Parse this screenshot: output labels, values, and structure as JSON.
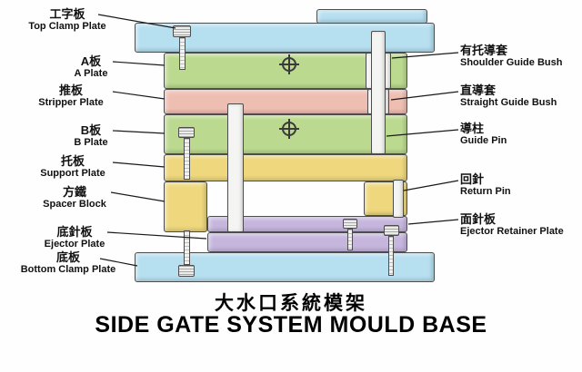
{
  "title": {
    "zh": "大水口系統模架",
    "en": "SIDE GATE SYSTEM MOULD BASE"
  },
  "left_labels": [
    {
      "zh": "工字板",
      "en": "Top Clamp Plate"
    },
    {
      "zh": "A板",
      "en": "A Plate"
    },
    {
      "zh": "推板",
      "en": "Stripper Plate"
    },
    {
      "zh": "B板",
      "en": "B Plate"
    },
    {
      "zh": "托板",
      "en": "Support Plate"
    },
    {
      "zh": "方鐵",
      "en": "Spacer Block"
    },
    {
      "zh": "底針板",
      "en": "Ejector Plate"
    },
    {
      "zh": "底板",
      "en": "Bottom Clamp Plate"
    }
  ],
  "right_labels": [
    {
      "zh": "有托導套",
      "en": "Shoulder Guide Bush"
    },
    {
      "zh": "直導套",
      "en": "Straight Guide Bush"
    },
    {
      "zh": "導柱",
      "en": "Guide Pin"
    },
    {
      "zh": "回針",
      "en": "Return Pin"
    },
    {
      "zh": "面針板",
      "en": "Ejector Retainer Plate"
    }
  ],
  "colors": {
    "top_clamp_plate": "#b6dff0",
    "a_plate": "#bbd98f",
    "stripper_plate": "#efbeb3",
    "b_plate": "#bbd98f",
    "support_plate": "#eed77d",
    "spacer_block": "#eed77d",
    "ejector_plates": "#c6b6de",
    "bottom_clamp_plate": "#b6dff0",
    "pin_fill": "#f4f4f2",
    "outline": "#4d4d4d"
  }
}
